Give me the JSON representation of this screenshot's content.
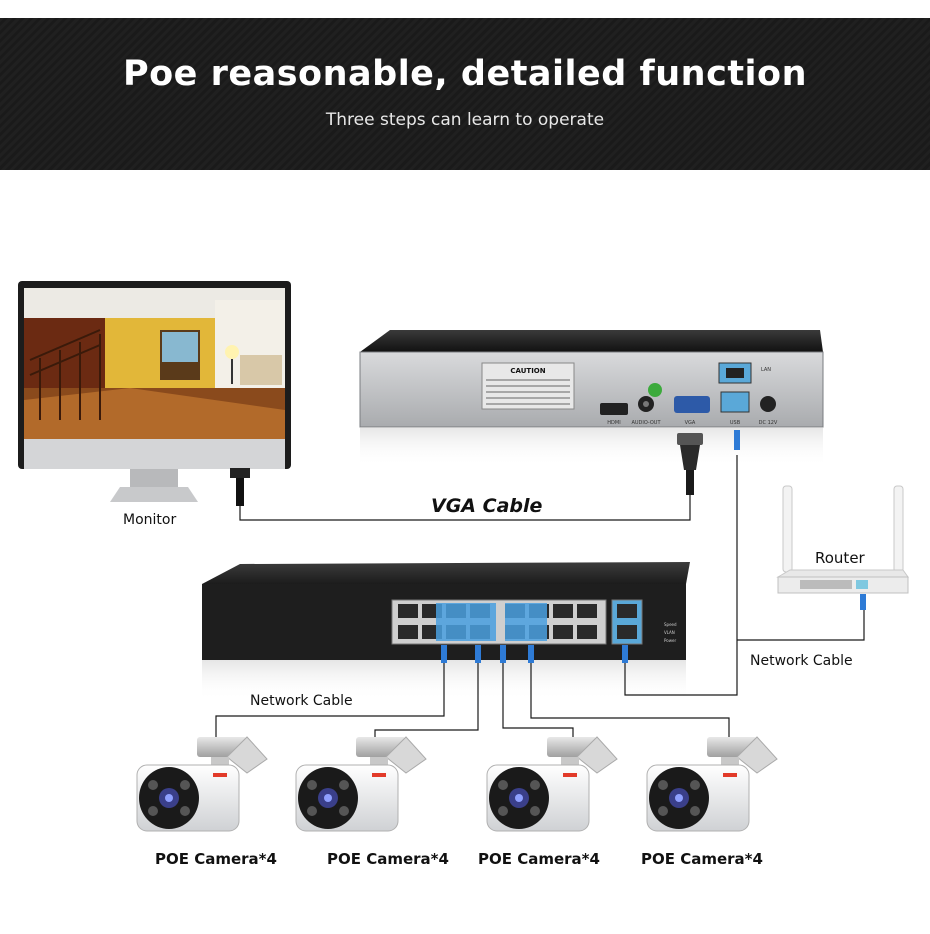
{
  "header": {
    "title": "Poe reasonable, detailed function",
    "subtitle": "Three steps can learn to operate"
  },
  "labels": {
    "monitor": "Monitor",
    "vga_cable": "VGA Cable",
    "router": "Router",
    "network_cable_right": "Network Cable",
    "network_cable_left": "Network Cable",
    "cameras": [
      "POE Camera*4",
      "POE Camera*4",
      "POE Camera*4",
      "POE Camera*4"
    ]
  },
  "nvr": {
    "caution": "CAUTION",
    "ports": {
      "hdmi": "HDMI",
      "audio_out": "AUDIO-OUT",
      "vga": "VGA",
      "usb": "USB",
      "dc": "DC 12V",
      "lan": "LAN"
    }
  },
  "switch": {
    "status": [
      "Speed",
      "VLAN",
      "Power"
    ]
  },
  "colors": {
    "banner": "#1e1e1e",
    "cable": "#1a1a1a",
    "rj45_blue": "#2e7bd6",
    "wall_yellow": "#e0b531"
  }
}
